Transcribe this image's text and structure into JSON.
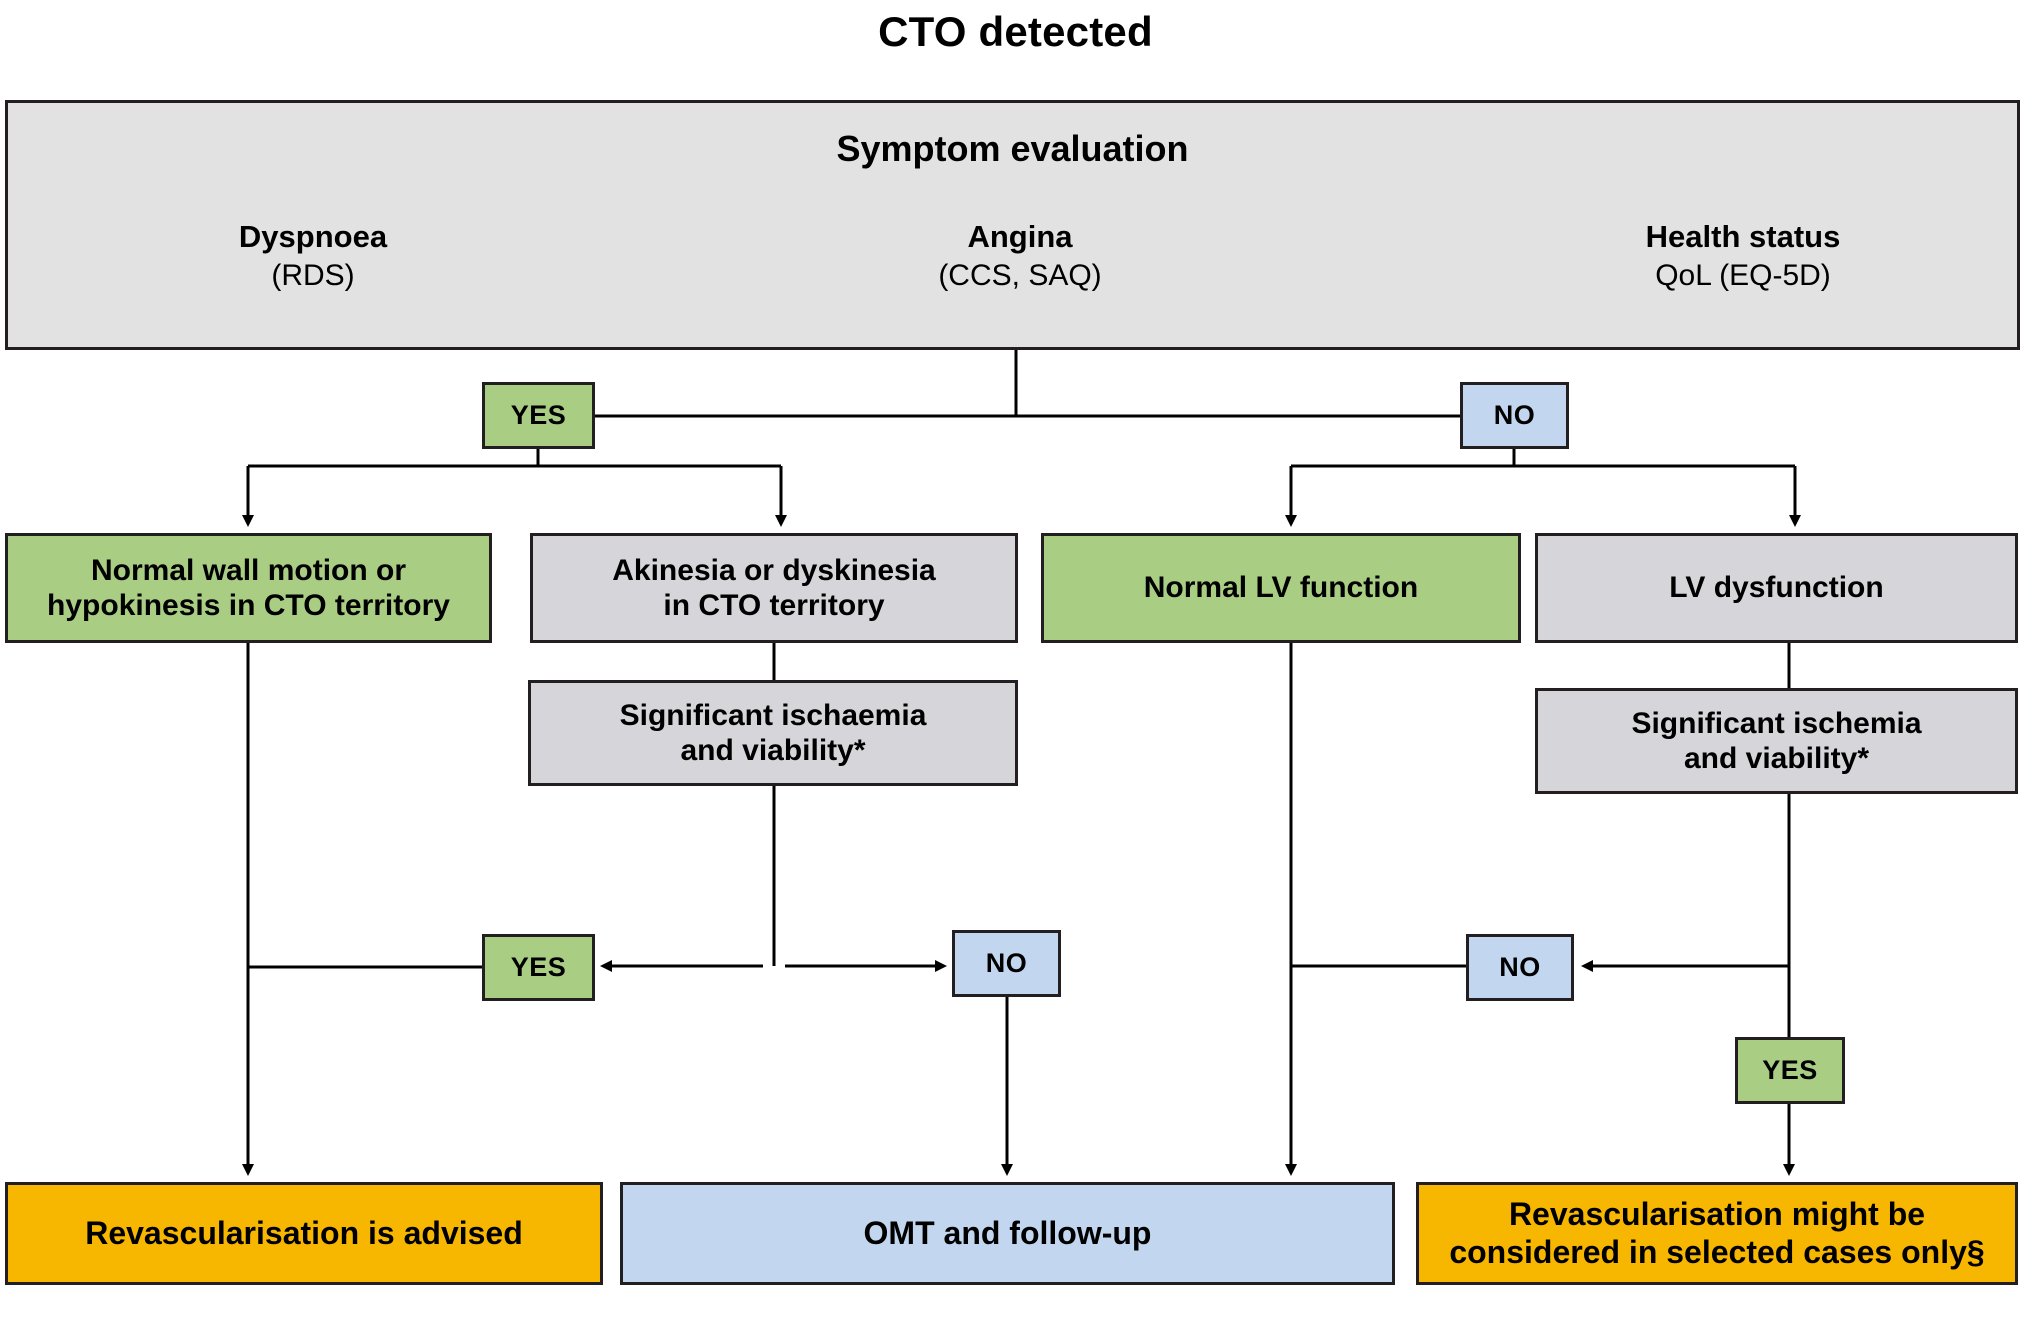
{
  "diagram": {
    "title": "CTO detected",
    "evaluation": {
      "heading": "Symptom evaluation",
      "columns": [
        {
          "name": "Dyspnoea",
          "sub": "(RDS)"
        },
        {
          "name": "Angina",
          "sub": "(CCS, SAQ)"
        },
        {
          "name": "Health status",
          "sub": "QoL (EQ-5D)"
        }
      ]
    },
    "decisions": {
      "angina_yes": "YES",
      "angina_no": "NO",
      "ischaemia_yes": "YES",
      "ischaemia_no": "NO",
      "lv_no": "NO",
      "lv_yes": "YES"
    },
    "conditions": {
      "normal_wall_line1": "Normal wall motion or",
      "normal_wall_line2": "hypokinesis in CTO territory",
      "akinesia_line1": "Akinesia or dyskinesia",
      "akinesia_line2": "in CTO territory",
      "normal_lv": "Normal LV function",
      "lv_dysfunction": "LV dysfunction",
      "ischaemia_left_line1": "Significant ischaemia",
      "ischaemia_left_line2": "and viability*",
      "ischaemia_right_line1": "Significant ischemia",
      "ischaemia_right_line2": "and viability*"
    },
    "outcomes": {
      "revascularisation_advised": "Revascularisation is advised",
      "omt_followup": "OMT and follow-up",
      "revascularisation_selected_line1": "Revascularisation might be",
      "revascularisation_selected_line2": "considered in selected cases only§"
    },
    "colors": {
      "green": "#a8cd83",
      "blue": "#c2d7ef",
      "grey": "#d6d5da",
      "orange": "#f7b600",
      "panel_grey": "#e2e2e2",
      "stroke": "#231f20"
    }
  }
}
